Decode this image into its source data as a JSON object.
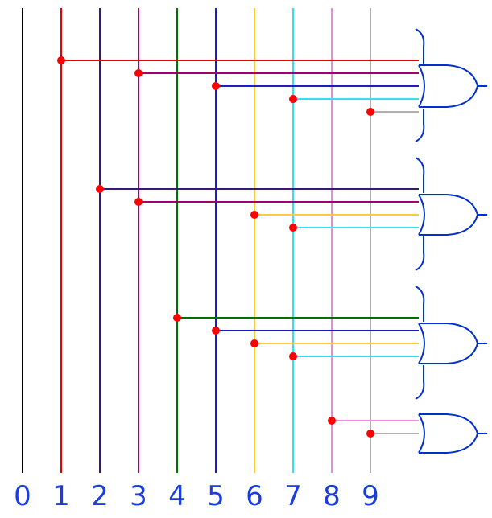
{
  "diagram": {
    "line_labels": [
      "0",
      "1",
      "2",
      "3",
      "4",
      "5",
      "6",
      "7",
      "8",
      "9"
    ],
    "line_colors": [
      "#000000",
      "#e60000",
      "#3a1a6e",
      "#a0006a",
      "#007000",
      "#1a1ad0",
      "#ffcc33",
      "#33e0f0",
      "#ee88dd",
      "#b0b0b0"
    ],
    "label_color": "#1a3ce0",
    "dot_color": "#ff0000",
    "gate_color": "#0030d0",
    "gates": [
      {
        "type": "OR",
        "inputs": [
          1,
          3,
          5,
          7,
          9
        ]
      },
      {
        "type": "OR",
        "inputs": [
          2,
          3,
          6,
          7
        ]
      },
      {
        "type": "OR",
        "inputs": [
          4,
          5,
          6,
          7
        ]
      },
      {
        "type": "OR",
        "inputs": [
          8,
          9
        ]
      }
    ]
  }
}
